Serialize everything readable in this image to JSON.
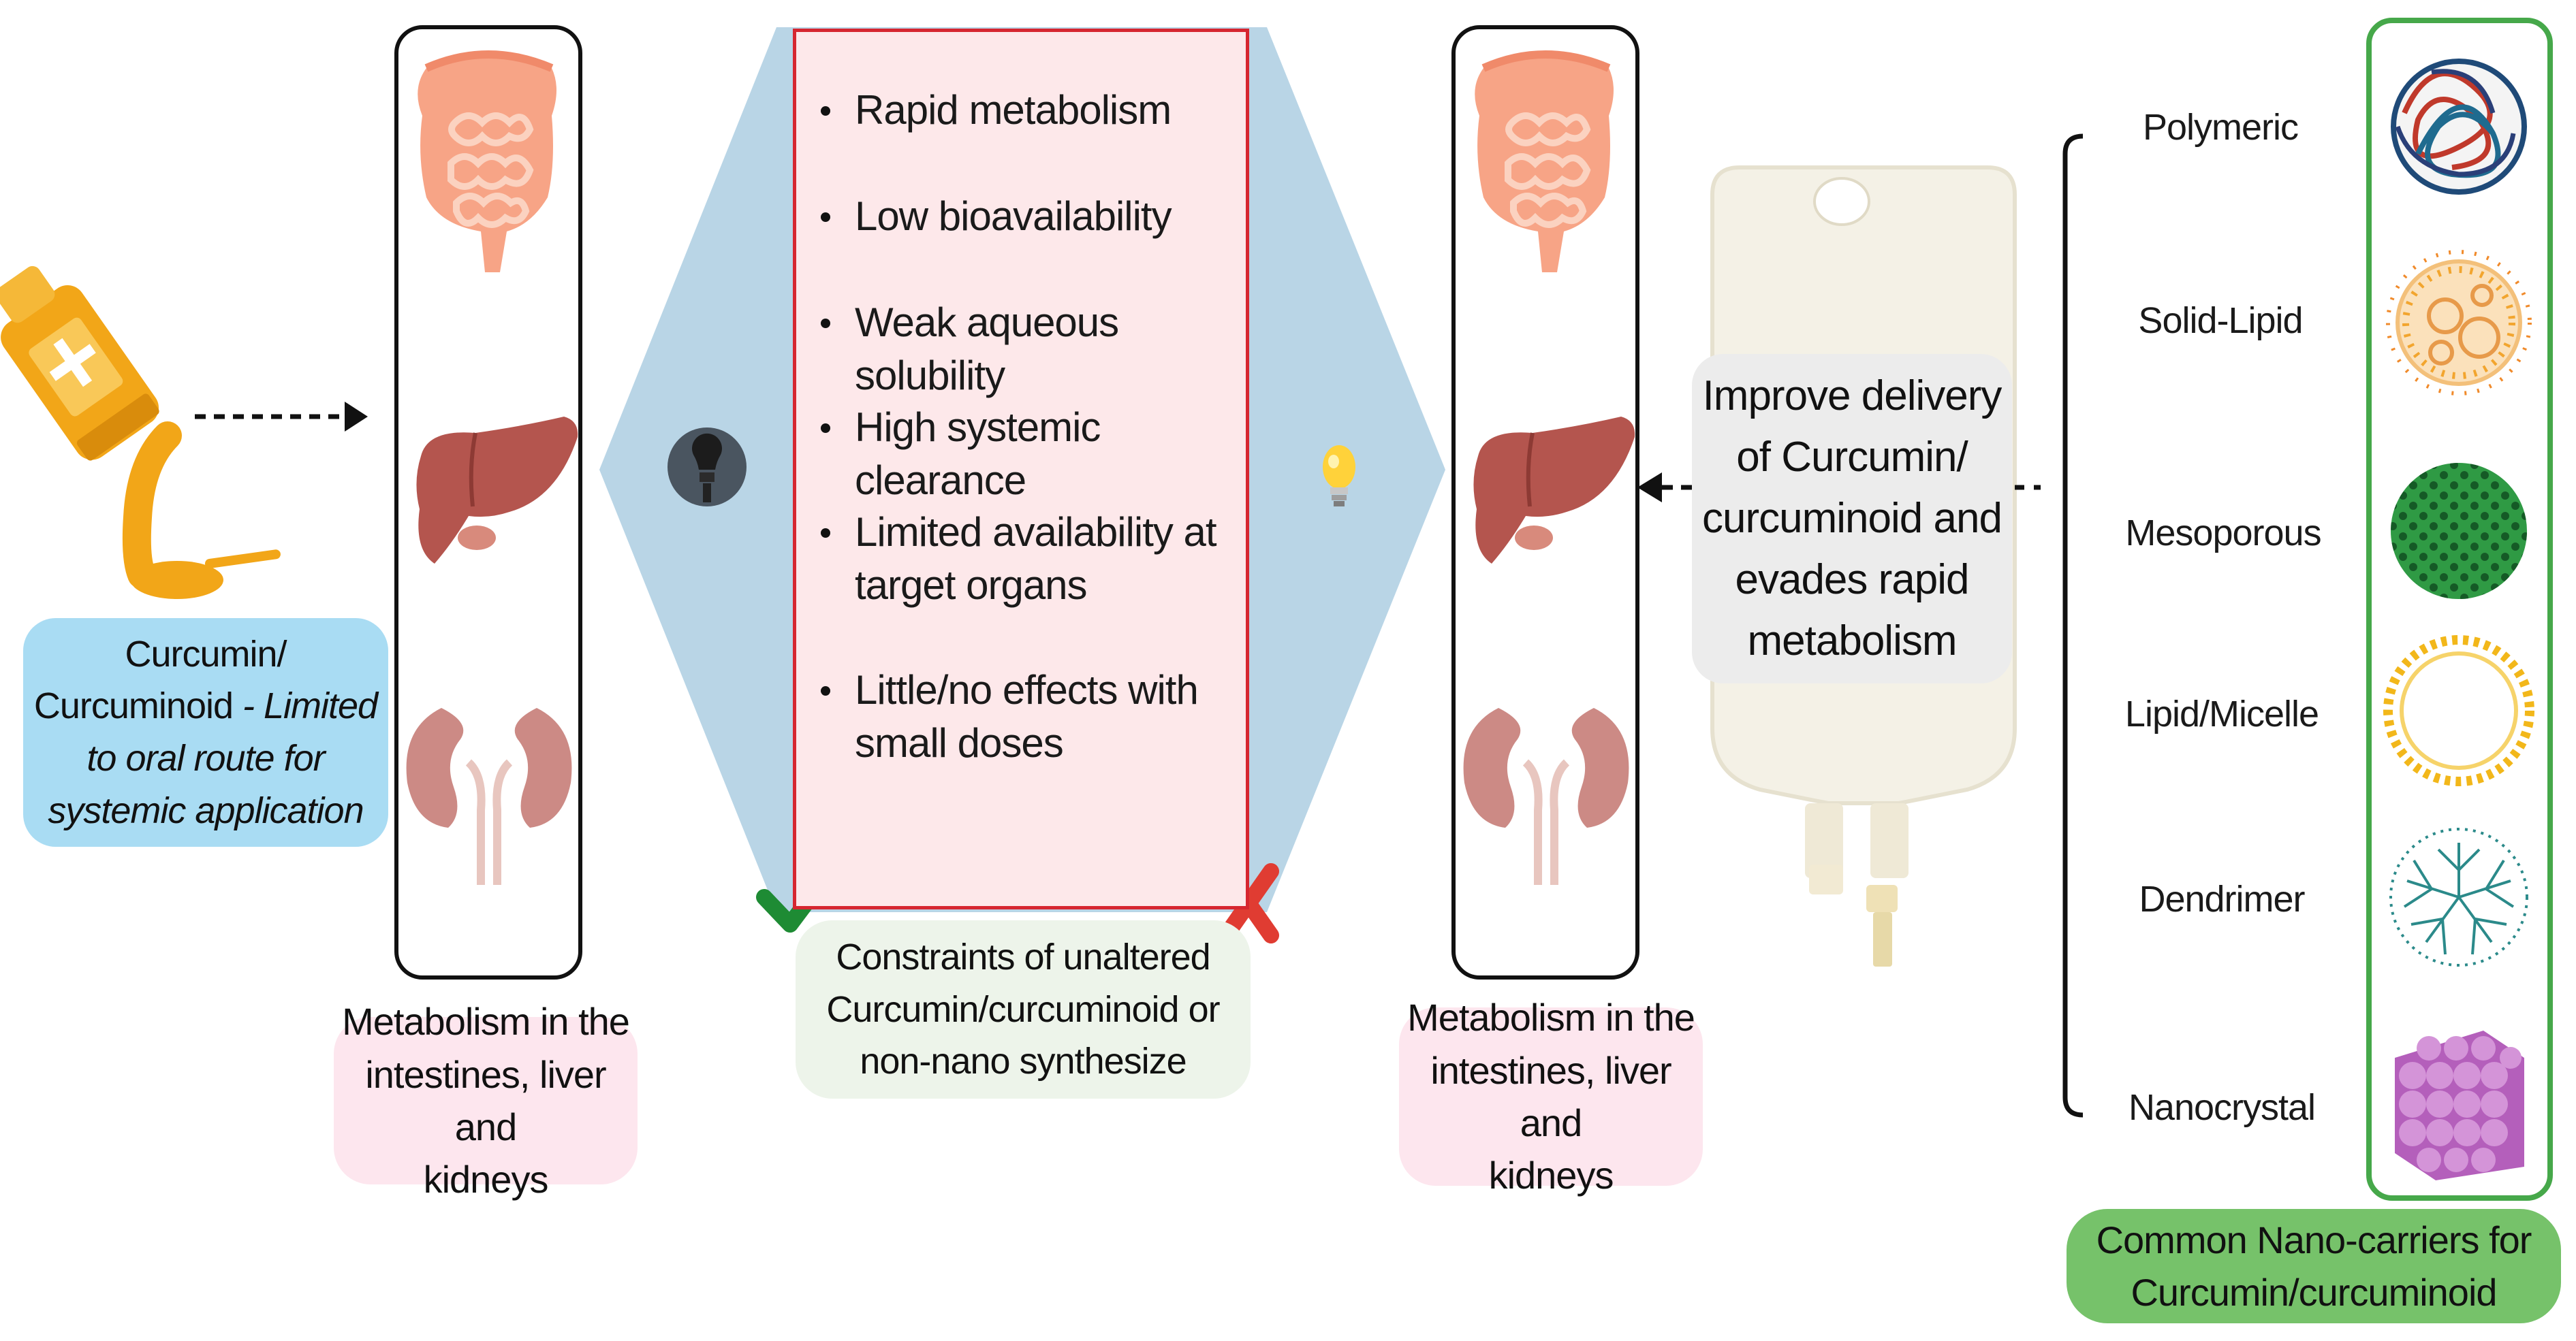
{
  "left_bubble": {
    "line1": "Curcumin/",
    "line2_normal": "Curcuminoid",
    "line2_italic": " - Limited",
    "line3": "to oral route for",
    "line4": "systemic application"
  },
  "left_organ_caption": [
    "Metabolism in the",
    "intestines, liver and",
    "kidneys"
  ],
  "right_organ_caption": [
    "Metabolism in the",
    "intestines, liver and",
    "kidneys"
  ],
  "constraints_list": [
    {
      "lines": [
        "Rapid metabolism"
      ]
    },
    {
      "lines": [
        "Low bioavailability"
      ]
    },
    {
      "lines": [
        "Weak aqueous solubility"
      ]
    },
    {
      "lines": [
        "High systemic clearance"
      ]
    },
    {
      "lines": [
        "Limited availability at",
        "target organs"
      ]
    },
    {
      "lines": [
        "Little/no effects with",
        "small doses"
      ]
    }
  ],
  "constraints_caption": [
    "Constraints of unaltered",
    "Curcumin/curcuminoid or",
    "non-nano synthesize"
  ],
  "improve_box": [
    "Improve delivery",
    "of Curcumin/",
    "curcuminoid and",
    "evades rapid",
    "metabolism"
  ],
  "nano_carriers": [
    "Polymeric",
    "Solid-Lipid",
    "Mesoporous",
    "Lipid/Micelle",
    "Dendrimer",
    "Nanocrystal"
  ],
  "nano_footer": [
    "Common Nano-carriers for",
    "Curcumin/curcuminoid"
  ],
  "colors": {
    "blue_bubble": "#a9dcf3",
    "pink_caption": "#fde6ee",
    "red_border": "#d62630",
    "green_border": "#46a84a",
    "green_footer": "#76c26a",
    "hexagon_blue": "#b9d5e6"
  },
  "icons": [
    "medicine-bottle-icon",
    "spoon-icon",
    "intestine-icon",
    "liver-icon",
    "kidney-icon",
    "lightbulb-off-icon",
    "lightbulb-on-icon",
    "checkmark-icon",
    "cross-icon",
    "iv-bag-icon"
  ]
}
